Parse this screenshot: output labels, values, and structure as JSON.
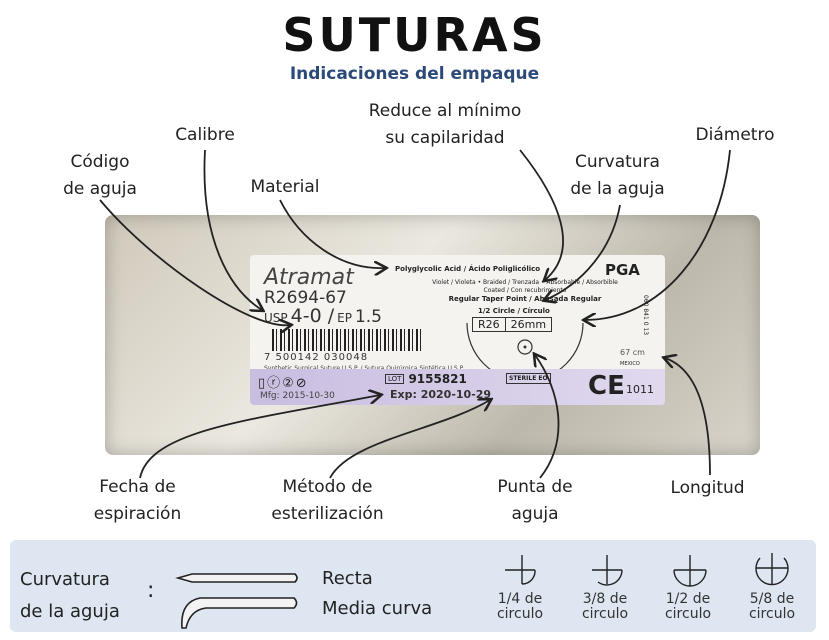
{
  "title": "SUTURAS",
  "subtitle": "Indicaciones del empaque",
  "callouts": {
    "capilaridad": [
      "Reduce al mínimo",
      "su capilaridad"
    ],
    "calibre": "Calibre",
    "diametro": "Diámetro",
    "codigo": [
      "Código",
      "de aguja"
    ],
    "curvatura": [
      "Curvatura",
      "de la aguja"
    ],
    "material": "Material",
    "fecha": [
      "Fecha de",
      "espiración"
    ],
    "metodo": [
      "Método de",
      "esterilización"
    ],
    "punta": [
      "Punta de",
      "aguja"
    ],
    "longitud": "Longitud"
  },
  "package": {
    "brand": "Atramat",
    "code": "R2694-67",
    "usp_prefix": "USP",
    "usp": "4-0 /",
    "ep_prefix": "EP",
    "ep": "1.5",
    "barcode": "7 500142 030048",
    "material": "Polyglycolic Acid / Ácido Poliglicólico",
    "material_abbr": "PGA",
    "desc1": "Violet / Violeta • Braided / Trenzada • Absorbable / Absorbible",
    "desc2": "Coated / Con recubrimiento",
    "desc3": "Regular Taper Point / Ahusada Regular",
    "circle": "1/2 Circle / Círculo",
    "needle_code": "R26",
    "needle_size": "26mm",
    "length": "67 cm",
    "side_code": "060 841 0 13",
    "origin": "MEXICO",
    "synthetic": "Synthetic Surgical Suture U.S.P. / Sutura Quirúrgica Sintética U.S.P.",
    "lot_label": "LOT",
    "lot": "9155821",
    "sterile": "STERILE EO",
    "mfg": "Mfg: 2015-10-30",
    "exp": "Exp: 2020-10-29",
    "ce": "CE",
    "ce_num": "1011"
  },
  "legend": {
    "label": [
      "Curvatura",
      "de la aguja"
    ],
    "colon": ":",
    "types": [
      "Recta",
      "Media curva"
    ],
    "circles": [
      [
        "1/4 de",
        "circulo"
      ],
      [
        "3/8 de",
        "circulo"
      ],
      [
        "1/2 de",
        "circulo"
      ],
      [
        "5/8 de",
        "circulo"
      ]
    ]
  },
  "colors": {
    "subtitle": "#2c4a78",
    "band": "#d4cae6",
    "panel": "#dde6f1"
  }
}
